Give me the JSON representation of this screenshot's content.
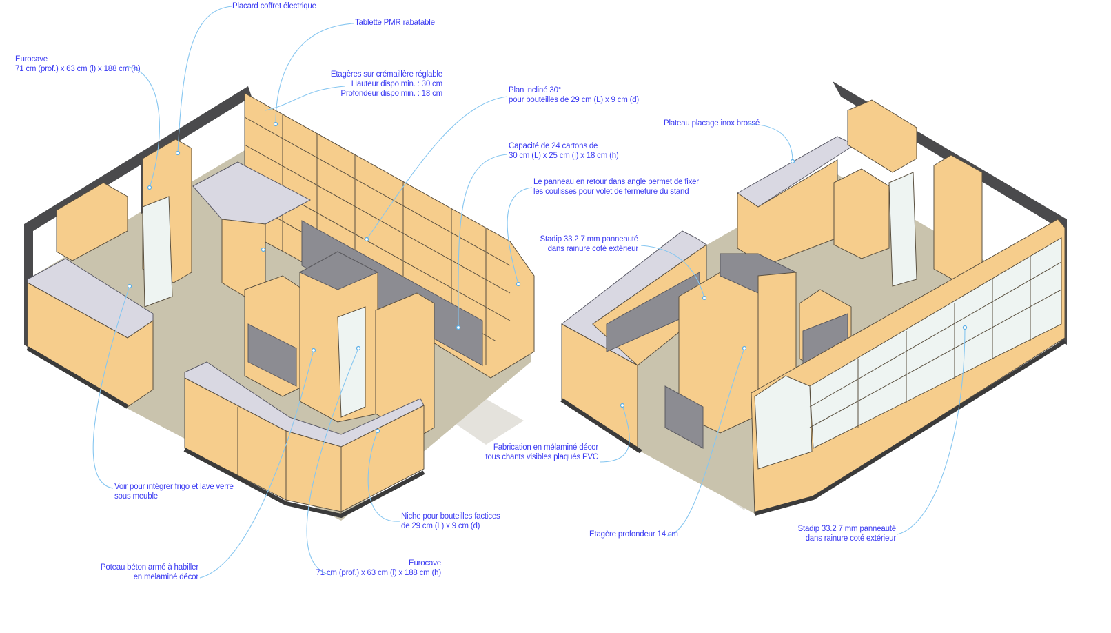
{
  "annotations": {
    "placard": [
      "Placard coffret électrique"
    ],
    "tablette": [
      "Tablette PMR rabatable"
    ],
    "eurocave_top": [
      "Eurocave",
      "71 cm (prof.) x 63 cm (l) x 188 cm (h)"
    ],
    "etageres": [
      "Etagères sur crémaillère réglable",
      "Hauteur dispo min. : 30 cm",
      "Profondeur dispo min. : 18 cm"
    ],
    "plan_incline": [
      "Plan incliné 30°",
      "pour bouteilles de 29 cm (L) x 9 cm (d)"
    ],
    "capacite": [
      "Capacité de 24 cartons de",
      "30 cm (L) x 25 cm (l) x 18 cm (h)"
    ],
    "panneau": [
      "Le panneau en retour dans angle permet de fixer",
      "les coulisses pour volet de fermeture du stand"
    ],
    "plateau": [
      "Plateau placage inox brossé"
    ],
    "stadip_top": [
      "Stadip 33.2 7 mm panneauté",
      "dans rainure coté extérieur"
    ],
    "frigo": [
      "Voir pour intégrer frigo et lave verre",
      "sous meuble"
    ],
    "niche": [
      "Niche pour bouteilles factices",
      "de 29 cm (L) x 9 cm (d)"
    ],
    "poteau": [
      "Poteau béton armé à habiller",
      "en melaminé décor"
    ],
    "eurocave_bottom": [
      "Eurocave",
      "71 cm (prof.) x 63 cm (l) x 188 cm (h)"
    ],
    "fabrication": [
      "Fabrication en mélaminé décor",
      "tous chants visibles plaqués PVC"
    ],
    "etagere_14": [
      "Etagère profondeur 14 cm"
    ],
    "stadip_bottom": [
      "Stadip 33.2 7 mm panneauté",
      "dans rainure coté extérieur"
    ]
  },
  "colors": {
    "label_text": "#3b3bf2",
    "leader_line": "#86c6f0",
    "wood": "#f6cd8c",
    "wall": "#4a4a4c",
    "floor": "#c9c3ad",
    "countertop": "#d9d8e2"
  }
}
